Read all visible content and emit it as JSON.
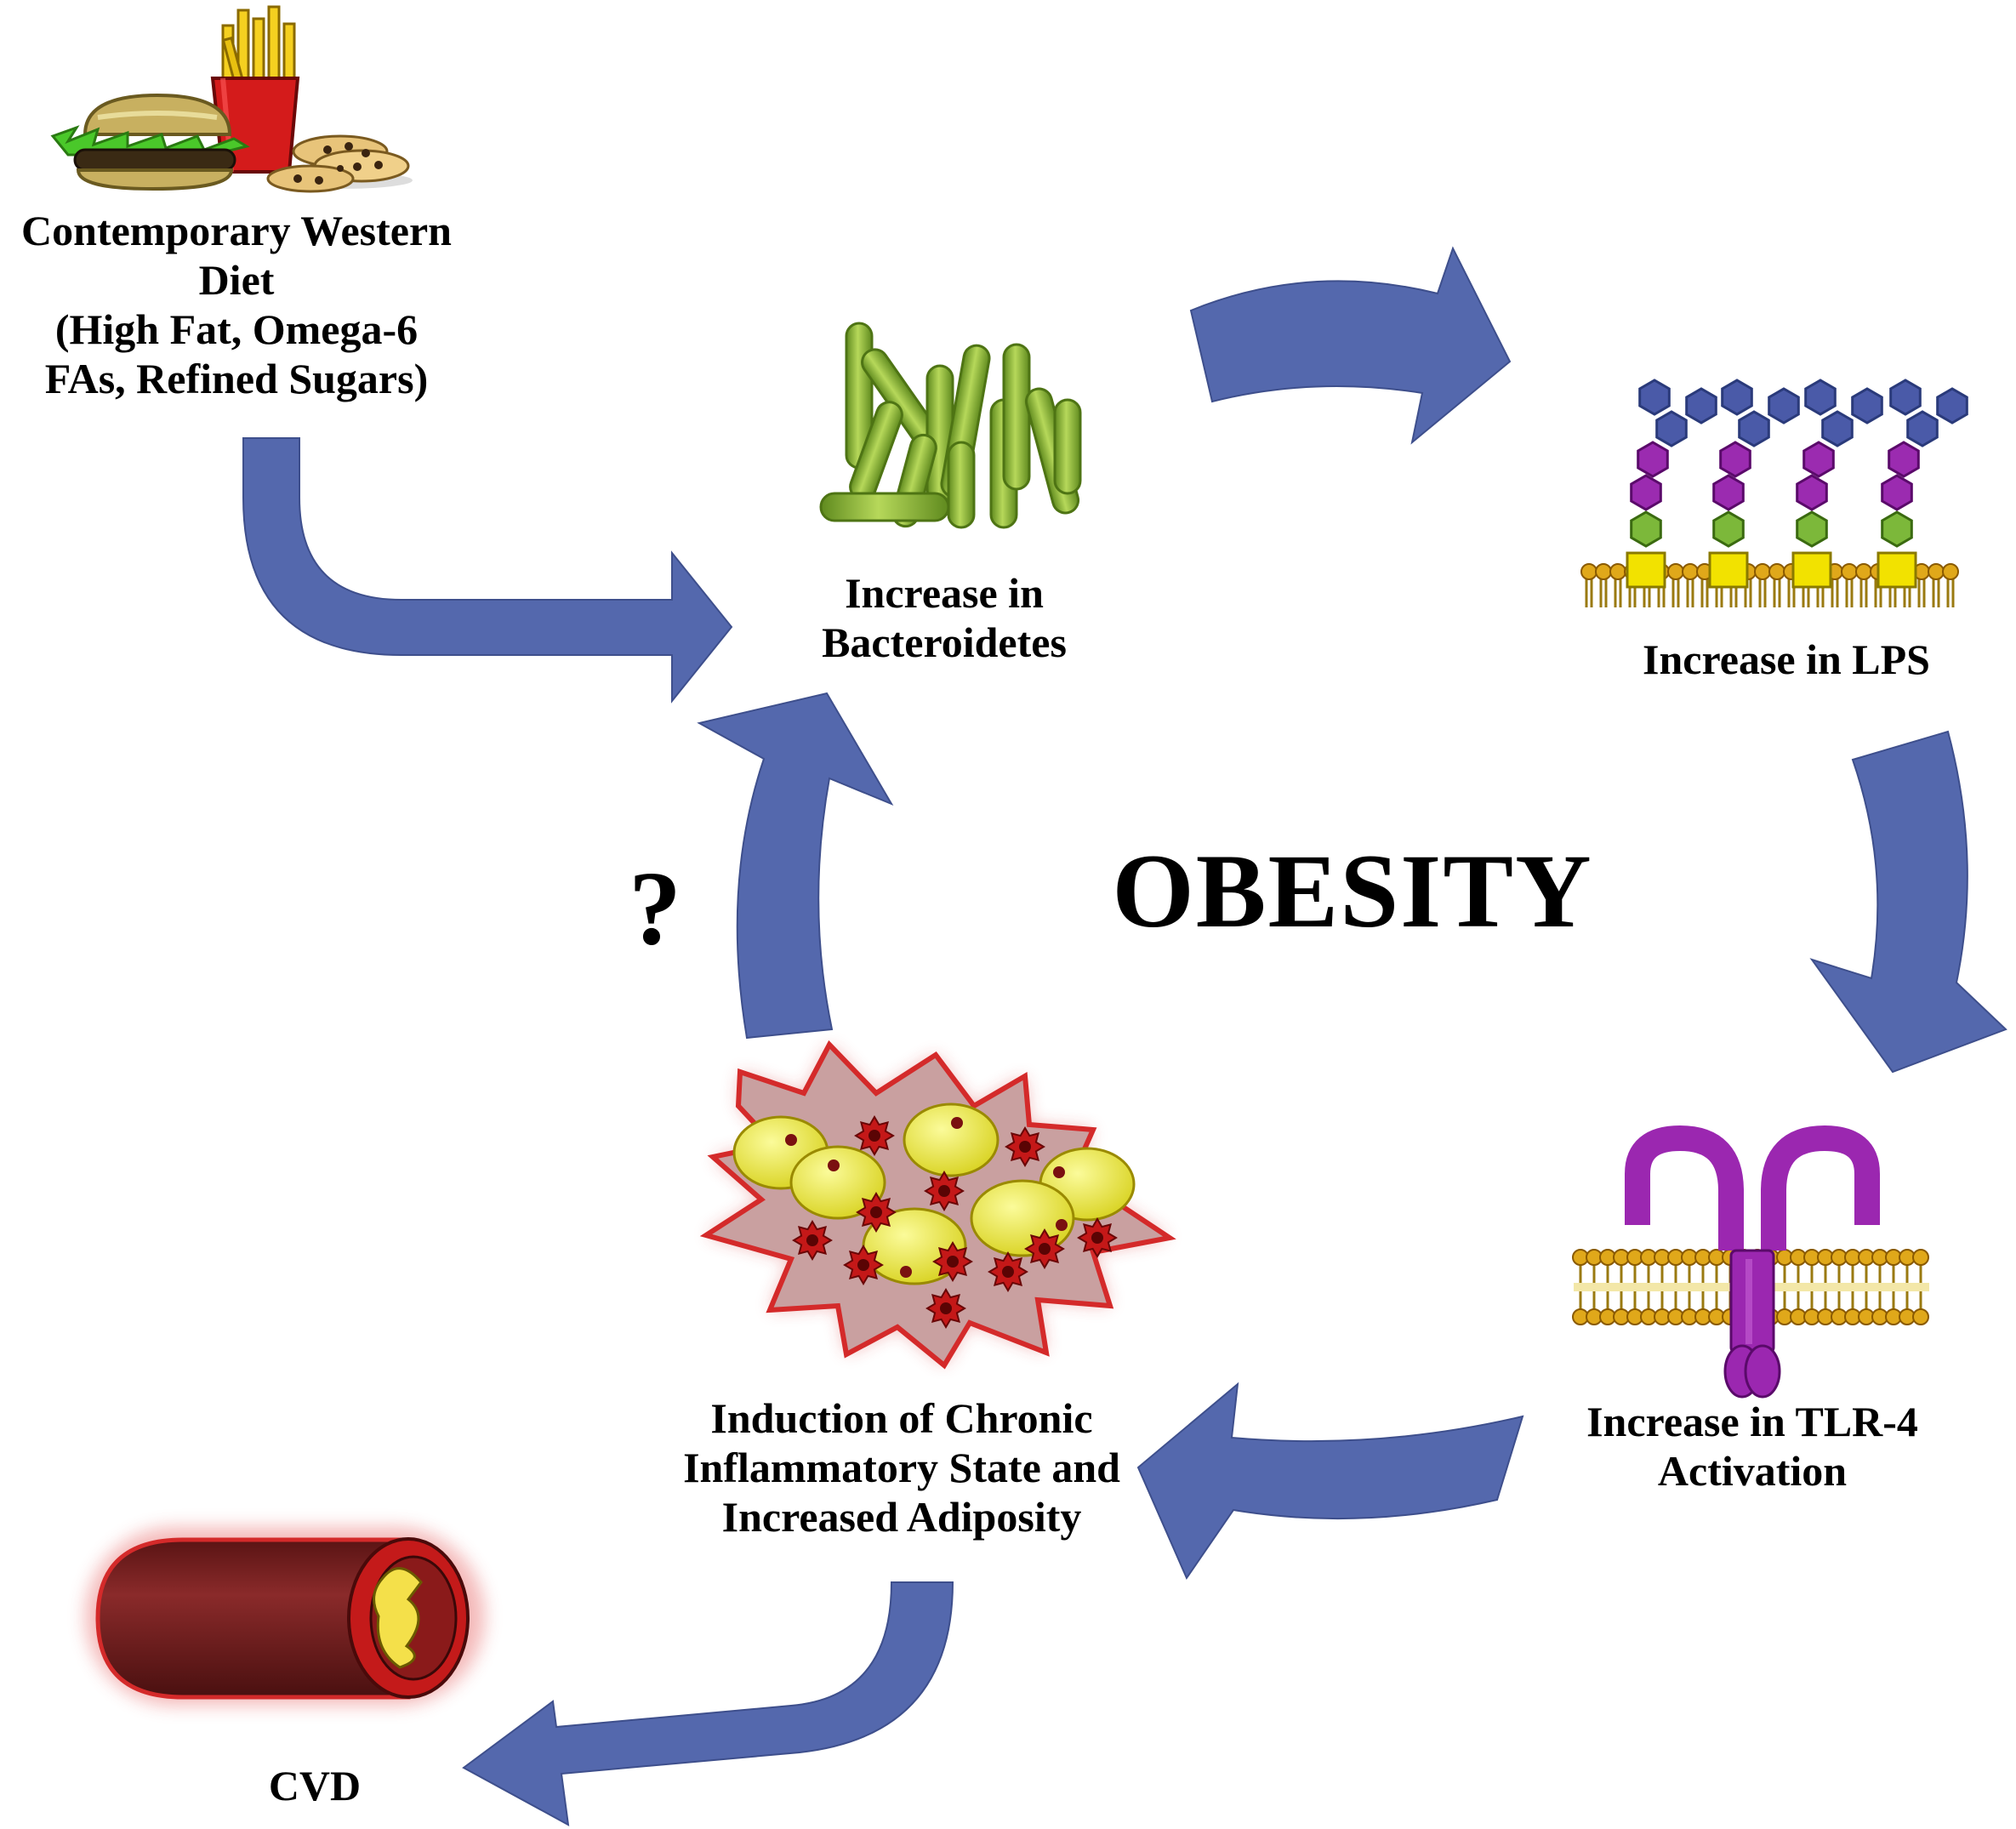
{
  "nodes": {
    "diet": {
      "lines": [
        "Contemporary Western",
        "Diet",
        "(High Fat, Omega-6",
        "FAs, Refined Sugars)"
      ]
    },
    "bacteroidetes": {
      "lines": [
        "Increase in",
        "Bacteroidetes"
      ]
    },
    "lps": {
      "lines": [
        "Increase in LPS"
      ]
    },
    "tlr4": {
      "lines": [
        "Increase in TLR-4",
        "Activation"
      ]
    },
    "inflammation": {
      "lines": [
        "Induction of Chronic",
        "Inflammatory State and",
        "Increased Adiposity"
      ]
    },
    "cvd": {
      "lines": [
        "CVD"
      ]
    }
  },
  "center": {
    "title": "OBESITY",
    "question": "?"
  },
  "colors": {
    "arrow": "#5468ad",
    "bacteria": "#8cb43a",
    "lps_outer": "#4a5aa8",
    "lps_mid": "#9b2bb0",
    "lps_inner": "#7cb83a",
    "lipid_head": "#e0a81a",
    "lps_core": "#f2e200",
    "receptor": "#9b27b0",
    "adipocyte": "#ecea3a",
    "inflammation_burst": "#d42a2a",
    "vessel": "#7a1f1f",
    "plaque": "#f4e04a"
  }
}
